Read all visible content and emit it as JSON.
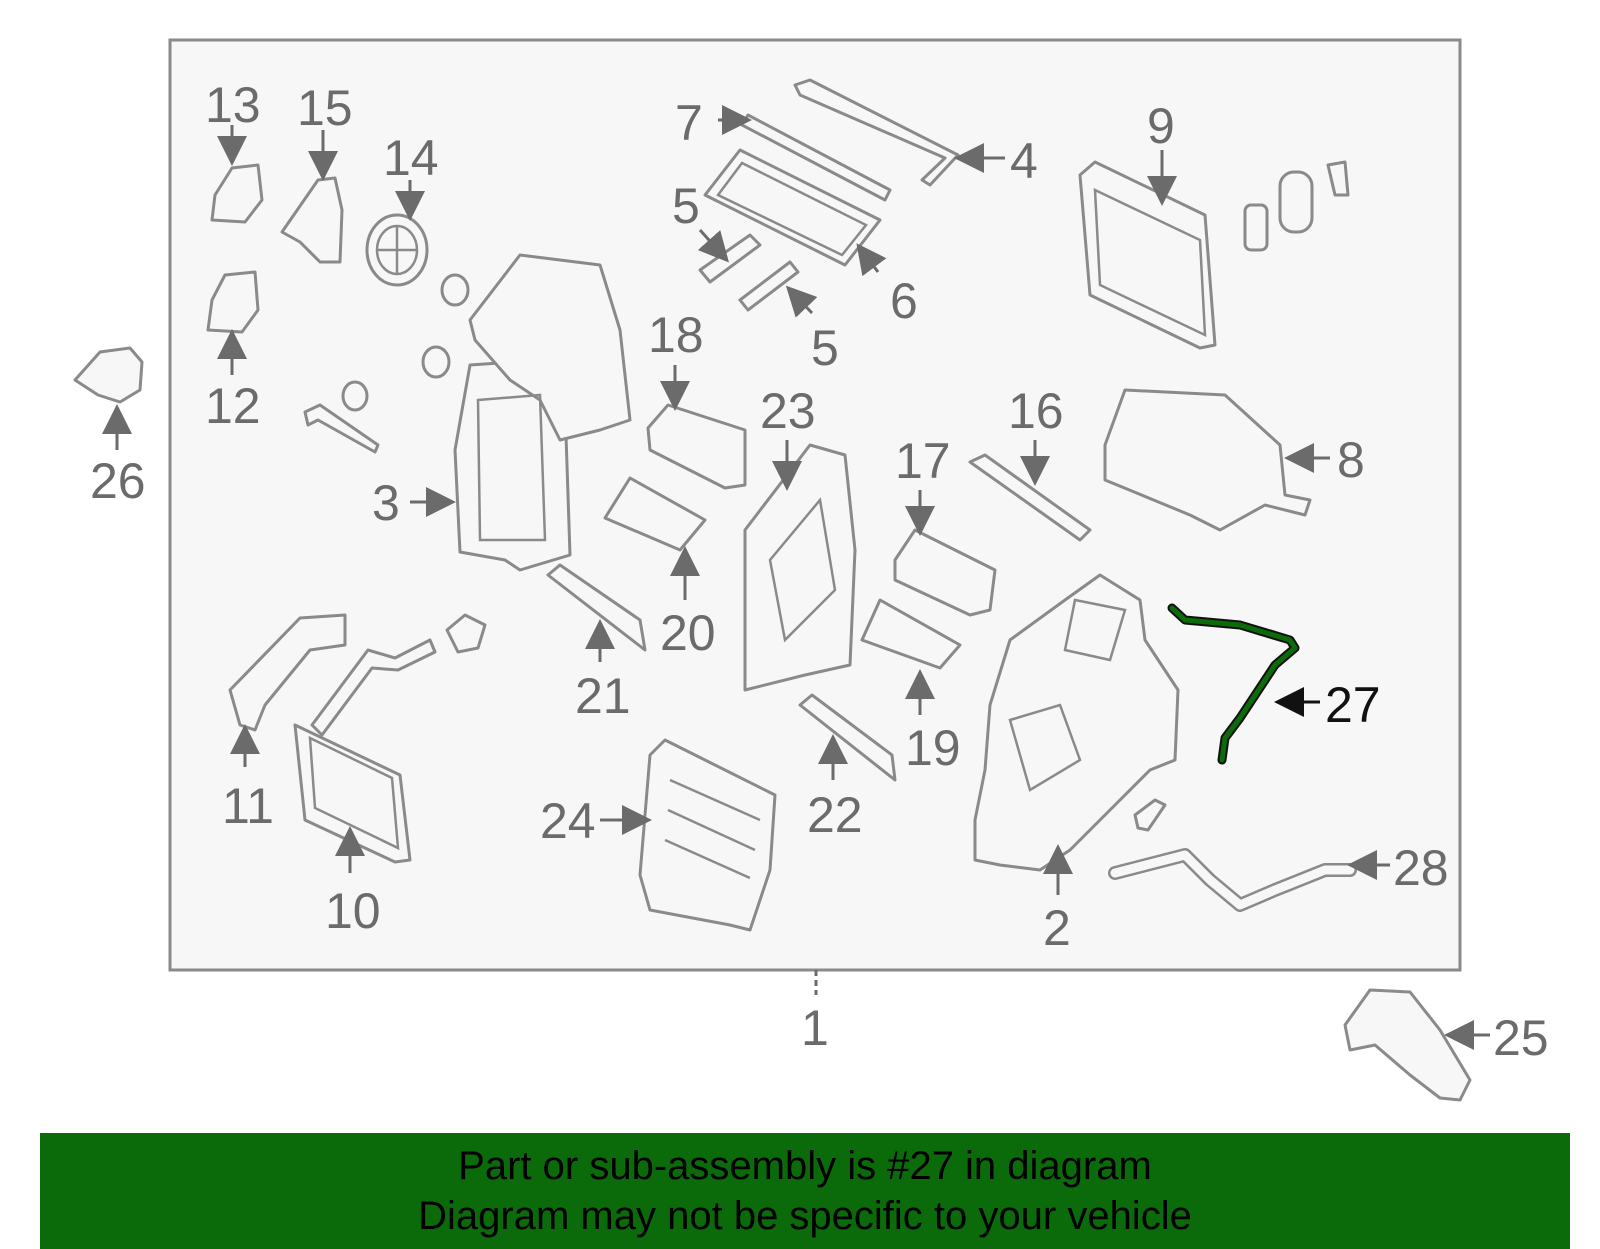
{
  "labels": {
    "p1": "1",
    "p2": "2",
    "p3": "3",
    "p4": "4",
    "p5a": "5",
    "p5b": "5",
    "p6": "6",
    "p7": "7",
    "p8": "8",
    "p9": "9",
    "p10": "10",
    "p11": "11",
    "p12": "12",
    "p13": "13",
    "p14": "14",
    "p15": "15",
    "p16": "16",
    "p17": "17",
    "p18": "18",
    "p19": "19",
    "p20": "20",
    "p21": "21",
    "p22": "22",
    "p23": "23",
    "p24": "24",
    "p25": "25",
    "p26": "26",
    "p27": "27",
    "p28": "28"
  },
  "highlight_part": "27",
  "highlight_color": "#0b6b0b",
  "banner": {
    "line1": "Part or sub-assembly is #27 in diagram",
    "line2": "Diagram may not be specific to your vehicle",
    "color": "#0b6b0b"
  }
}
